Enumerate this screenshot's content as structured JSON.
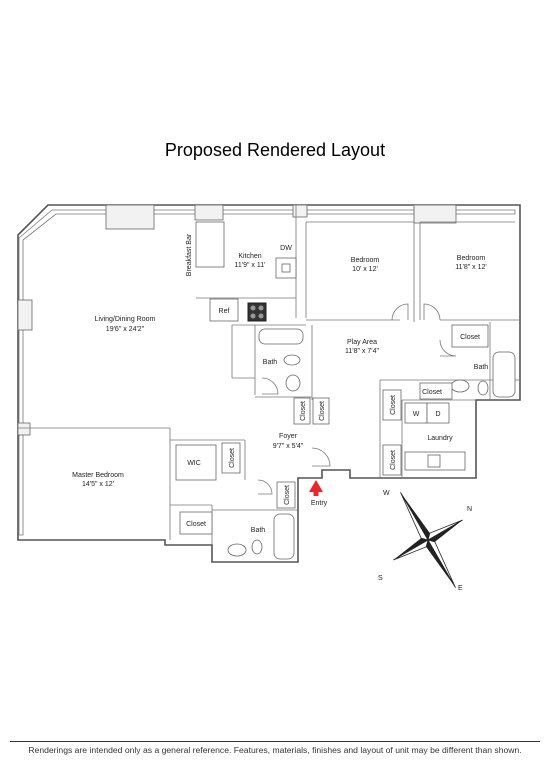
{
  "title": "Proposed Rendered Layout",
  "footer": "Renderings are intended only as a general reference. Features, materials, finishes and layout of unit may be different than shown.",
  "rooms": {
    "living": {
      "name": "Living/Dining Room",
      "size": "19'6\" x 24'2\""
    },
    "kitchen": {
      "name": "Kitchen",
      "size": "11'9\" x 11'"
    },
    "breakfast_bar": "Breakfast Bar",
    "dw": "DW",
    "ref": "Ref",
    "bedroom1": {
      "name": "Bedroom",
      "size": "10' x 12'"
    },
    "bedroom2": {
      "name": "Bedroom",
      "size": "11'8\" x 12'"
    },
    "play_area": {
      "name": "Play Area",
      "size": "11'8\" x 7'4\""
    },
    "bath1": "Bath",
    "bath2": "Bath",
    "bath3": "Bath",
    "closet_b2": "Closet",
    "closet_play": "Closet",
    "closet_lv1": "Closet",
    "closet_v1": "Closet",
    "closet_v2": "Closet",
    "closet_v3": "Closet",
    "closet_v4": "Closet",
    "closet_v5": "Closet",
    "closet_master": "Closet",
    "foyer": {
      "name": "Foyer",
      "size": "9'7\" x 5'4\""
    },
    "laundry": "Laundry",
    "washer": "W",
    "dryer": "D",
    "wic": "WIC",
    "master": {
      "name": "Master Bedroom",
      "size": "14'5\" x 12'"
    },
    "entry": "Entry"
  },
  "compass": {
    "n": "N",
    "s": "S",
    "e": "E",
    "w": "W"
  },
  "colors": {
    "entry_arrow": "#e8262d"
  }
}
